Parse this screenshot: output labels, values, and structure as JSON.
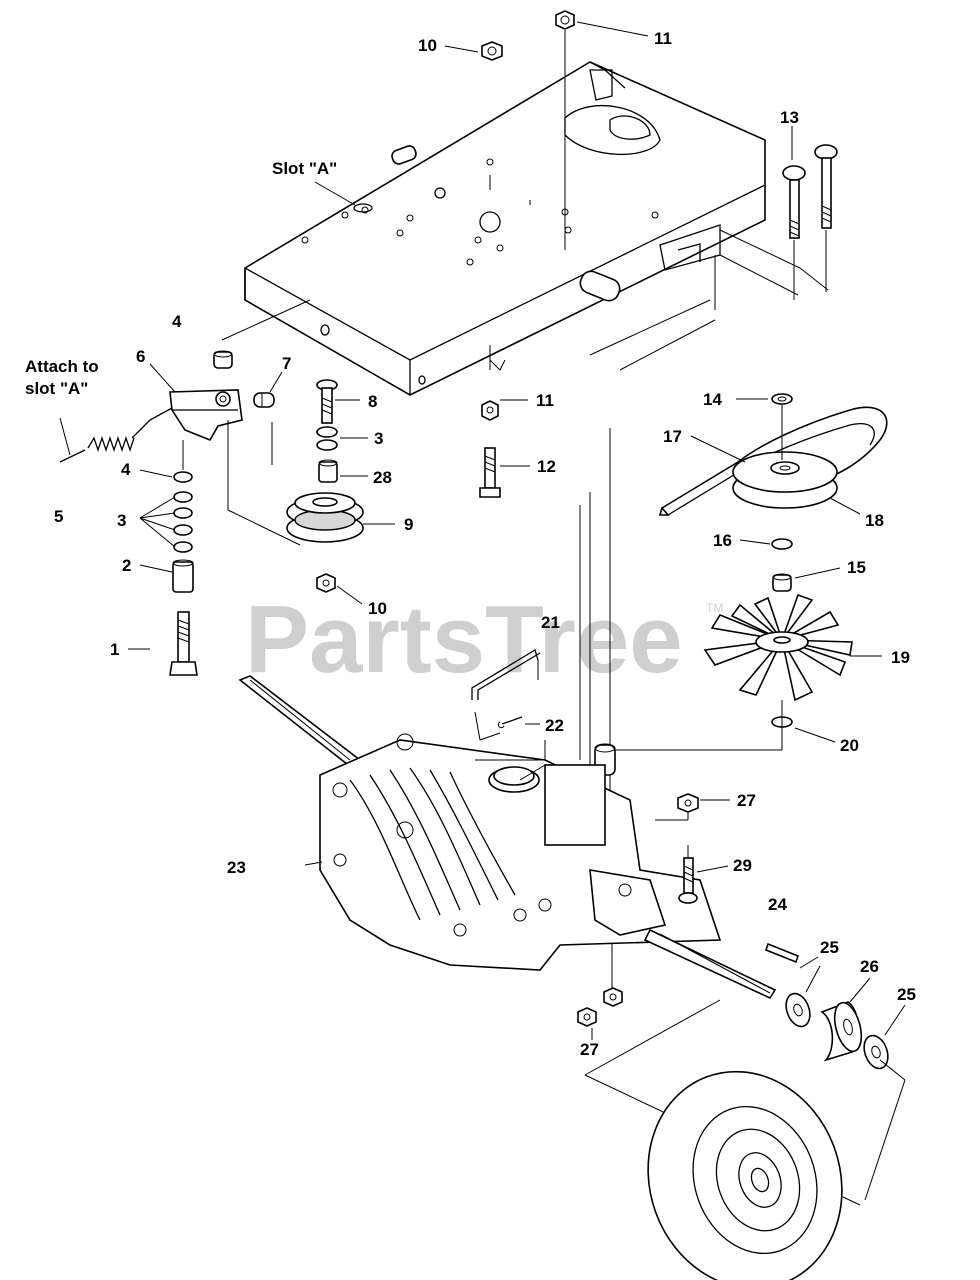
{
  "watermark": {
    "brand": "PartsTree",
    "trademark": "TM"
  },
  "notes": {
    "slot_a": "Slot \"A\"",
    "attach_line1": "Attach to",
    "attach_line2": "slot \"A\""
  },
  "callouts": [
    {
      "id": "c10a",
      "text": "10"
    },
    {
      "id": "c11a",
      "text": "11"
    },
    {
      "id": "c13",
      "text": "13"
    },
    {
      "id": "c4a",
      "text": "4"
    },
    {
      "id": "c6",
      "text": "6"
    },
    {
      "id": "c7",
      "text": "7"
    },
    {
      "id": "c8",
      "text": "8"
    },
    {
      "id": "c11b",
      "text": "11"
    },
    {
      "id": "c14",
      "text": "14"
    },
    {
      "id": "c17",
      "text": "17"
    },
    {
      "id": "c3a",
      "text": "3"
    },
    {
      "id": "c4b",
      "text": "4"
    },
    {
      "id": "c28",
      "text": "28"
    },
    {
      "id": "c12",
      "text": "12"
    },
    {
      "id": "c5",
      "text": "5"
    },
    {
      "id": "c3b",
      "text": "3"
    },
    {
      "id": "c9",
      "text": "9"
    },
    {
      "id": "c18",
      "text": "18"
    },
    {
      "id": "c2",
      "text": "2"
    },
    {
      "id": "c16",
      "text": "16"
    },
    {
      "id": "c15",
      "text": "15"
    },
    {
      "id": "c10b",
      "text": "10"
    },
    {
      "id": "c1",
      "text": "1"
    },
    {
      "id": "c21",
      "text": "21"
    },
    {
      "id": "c19",
      "text": "19"
    },
    {
      "id": "c22",
      "text": "22"
    },
    {
      "id": "c20",
      "text": "20"
    },
    {
      "id": "c27a",
      "text": "27"
    },
    {
      "id": "c23",
      "text": "23"
    },
    {
      "id": "c29",
      "text": "29"
    },
    {
      "id": "c24",
      "text": "24"
    },
    {
      "id": "c25a",
      "text": "25"
    },
    {
      "id": "c26",
      "text": "26"
    },
    {
      "id": "c25b",
      "text": "25"
    },
    {
      "id": "c27b",
      "text": "27"
    }
  ]
}
